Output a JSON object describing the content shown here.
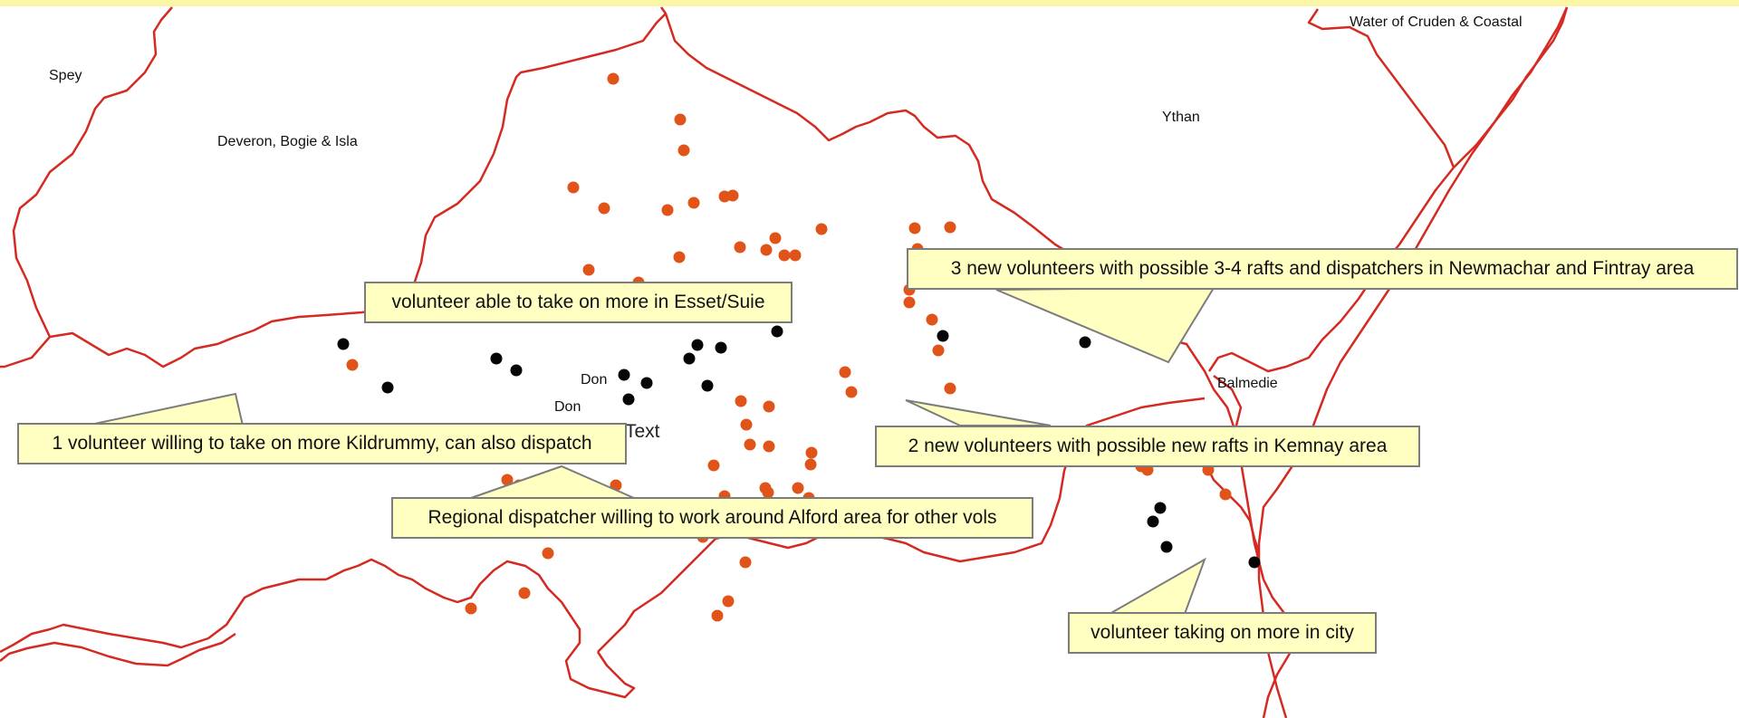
{
  "map": {
    "colors": {
      "boundary": "#d42a22",
      "volunteer_dot": "#e0541a",
      "highlight_dot": "#050505",
      "callout_fill": "#ffffc2",
      "callout_border": "#7c7c7c",
      "top_band": "#fbf6a6"
    },
    "region_labels": {
      "spey": "Spey",
      "deveron": "Deveron, Bogie & Isla",
      "ythan": "Ythan",
      "water_of_cruden": "Water of Cruden & Coastal",
      "balmedie": "Balmedie",
      "don_1": "Don",
      "don_2": "Don"
    },
    "stray_text": "Text",
    "callouts": {
      "esset": "volunteer able to take on more in Esset/Suie",
      "newmachar": "3 new volunteers with possible 3-4 rafts and dispatchers in Newmachar and Fintray area",
      "kildrummy": "1 volunteer willing to take on more Kildrummy, can also dispatch",
      "kemnay": "2 new volunteers with possible new rafts in Kemnay area",
      "alford": "Regional dispatcher willing to work around Alford area for other vols",
      "city": "volunteer taking on more in city"
    }
  }
}
